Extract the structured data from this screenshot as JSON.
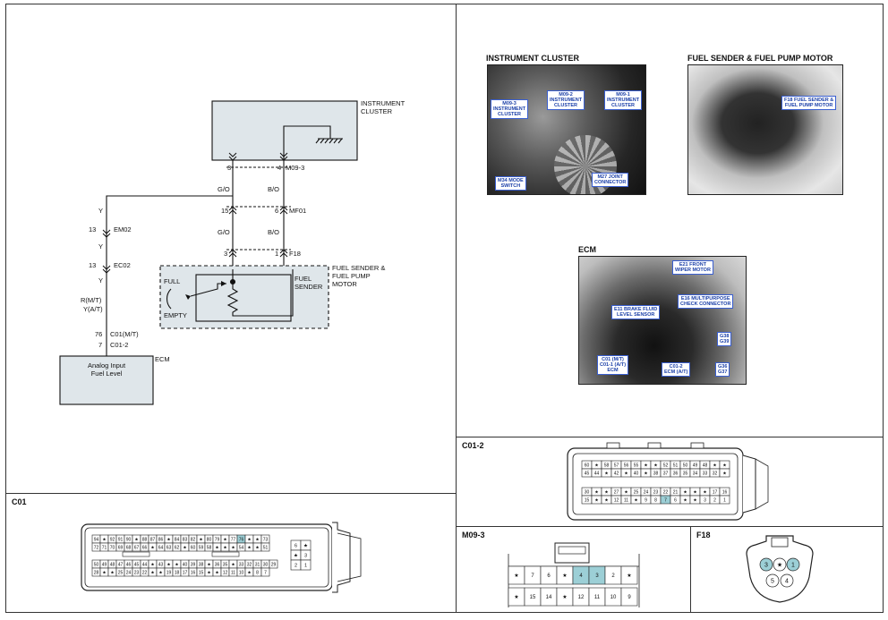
{
  "colors": {
    "highlight": "#9ccfd6",
    "shade": "#dfe6ea",
    "label_blue": "#1a3fa8"
  },
  "schematic": {
    "instrument_cluster": "INSTRUMENT\nCLUSTER",
    "pin_3": "3",
    "pin_4": "4",
    "conn_m09": "M09-3",
    "wire_go": "G/O",
    "wire_bo": "B/O",
    "wire_y": "Y",
    "pin_15": "15",
    "pin_6": "6",
    "conn_mf01": "MF01",
    "pin_3b": "3",
    "pin_1": "1",
    "conn_f18": "F18",
    "em02_pin": "13",
    "em02": "EM02",
    "ec02_pin": "13",
    "ec02": "EC02",
    "wire_rmt": "R(M/T)",
    "wire_yat": "Y(A/T)",
    "c01_pin": "76",
    "c01": "C01(M/T)",
    "c012_pin": "7",
    "c012": "C01-2",
    "ecm_box": "Analog Input\nFuel Level",
    "ecm": "ECM",
    "fuel_assembly": "FUEL SENDER &\nFUEL PUMP\nMOTOR",
    "fuel_sender": "FUEL\nSENDER",
    "full": "FULL",
    "empty": "EMPTY"
  },
  "photos": {
    "cluster": {
      "title": "INSTRUMENT CLUSTER",
      "labels": [
        "M09-3\nINSTRUMENT\nCLUSTER",
        "M09-2\nINSTRUMENT\nCLUSTER",
        "M09-1\nINSTRUMENT\nCLUSTER",
        "M34 MODE\nSWITCH",
        "M27 JOINT\nCONNECTOR"
      ]
    },
    "fuel": {
      "title": "FUEL SENDER & FUEL PUMP MOTOR",
      "labels": [
        "F18 FUEL SENDER &\nFUEL PUMP MOTOR"
      ]
    },
    "ecm": {
      "title": "ECM",
      "labels": [
        "E21 FRONT\nWIPER MOTOR",
        "E16 MULTIPURPOSE\nCHECK CONNECTOR",
        "E11 BRAKE FLUID\nLEVEL SENSOR",
        "G38\nG39",
        "C01 (M/T)\nC01-1 (A/T)\nECM",
        "C01-2\nECM (A/T)",
        "G36\nG37"
      ]
    }
  },
  "connectors": {
    "c01": {
      "title": "C01",
      "rows": [
        [
          "94",
          "★",
          "92",
          "91",
          "90",
          "★",
          "88",
          "87",
          "86",
          "★",
          "84",
          "83",
          "82",
          "★",
          "80",
          "79",
          "★",
          "77",
          "76",
          "★",
          "★",
          "73"
        ],
        [
          "72",
          "71",
          "70",
          "69",
          "68",
          "67",
          "66",
          "★",
          "64",
          "63",
          "62",
          "★",
          "60",
          "59",
          "58",
          "★",
          "★",
          "★",
          "54",
          "★",
          "★",
          "51"
        ],
        [
          "50",
          "49",
          "48",
          "47",
          "46",
          "45",
          "44",
          "★",
          "43",
          "★",
          "★",
          "40",
          "39",
          "38",
          "★",
          "36",
          "35",
          "★",
          "33",
          "32",
          "31",
          "30",
          "29"
        ],
        [
          "28",
          "★",
          "★",
          "25",
          "24",
          "23",
          "22",
          "★",
          "★",
          "19",
          "18",
          "17",
          "16",
          "15",
          "★",
          "★",
          "12",
          "11",
          "10",
          "★",
          "8",
          "7"
        ]
      ],
      "side": [
        [
          "6",
          "★"
        ],
        [
          "★",
          "3"
        ],
        [
          "2",
          "1"
        ]
      ],
      "highlight": [
        "76"
      ]
    },
    "c012": {
      "title": "C01-2",
      "rows": [
        [
          "60",
          "★",
          "58",
          "57",
          "56",
          "55",
          "★",
          "★",
          "52",
          "51",
          "50",
          "49",
          "48",
          "★",
          "★"
        ],
        [
          "45",
          "44",
          "★",
          "42",
          "★",
          "40",
          "★",
          "38",
          "37",
          "36",
          "35",
          "34",
          "33",
          "32",
          "★"
        ],
        [
          "30",
          "★",
          "★",
          "27",
          "★",
          "25",
          "24",
          "23",
          "22",
          "21",
          "★",
          "★",
          "★",
          "17",
          "16"
        ],
        [
          "15",
          "★",
          "★",
          "12",
          "11",
          "★",
          "9",
          "8",
          "7",
          "6",
          "★",
          "★",
          "3",
          "2",
          "1"
        ]
      ],
      "highlight": [
        "7"
      ]
    },
    "m093": {
      "title": "M09-3",
      "rows": [
        [
          "★",
          "7",
          "6",
          "★",
          "4",
          "3",
          "2",
          "★"
        ],
        [
          "★",
          "15",
          "14",
          "★",
          "12",
          "11",
          "10",
          "9"
        ]
      ],
      "highlight": [
        "4",
        "3"
      ]
    },
    "f18": {
      "title": "F18",
      "pins": [
        "3",
        "★",
        "1",
        "5",
        "4"
      ],
      "highlight": [
        "3",
        "1"
      ]
    }
  }
}
